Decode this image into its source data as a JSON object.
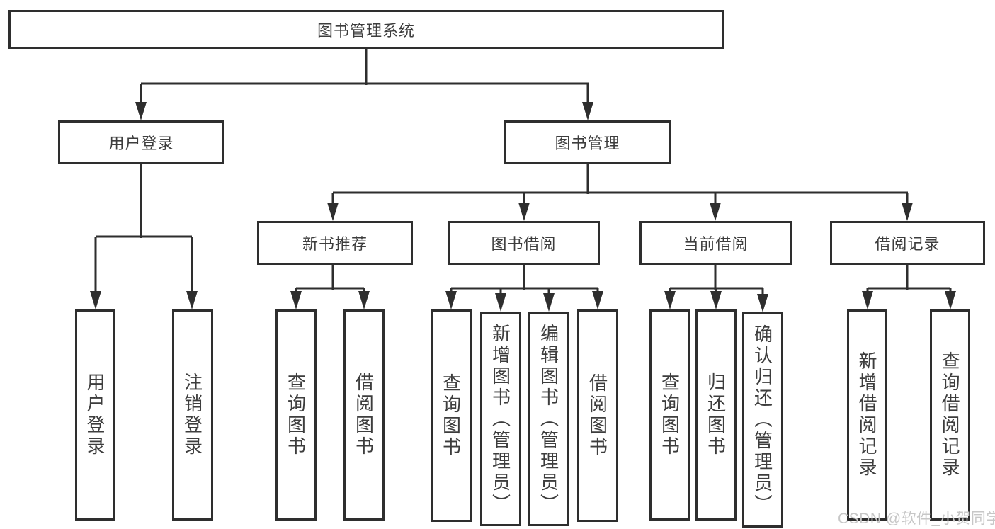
{
  "tree": {
    "label": "图书管理系统",
    "children": [
      {
        "label": "用户登录",
        "children": [
          {
            "label": "用户登录"
          },
          {
            "label": "注销登录"
          }
        ]
      },
      {
        "label": "图书管理",
        "children": [
          {
            "label": "新书推荐",
            "children": [
              {
                "label": "查询图书"
              },
              {
                "label": "借阅图书"
              }
            ]
          },
          {
            "label": "图书借阅",
            "children": [
              {
                "label": "查询图书"
              },
              {
                "label": "新增图书（管理员）"
              },
              {
                "label": "编辑图书（管理员）"
              },
              {
                "label": "借阅图书"
              }
            ]
          },
          {
            "label": "当前借阅",
            "children": [
              {
                "label": "查询图书"
              },
              {
                "label": "归还图书"
              },
              {
                "label": "确认归还（管理员）"
              }
            ]
          },
          {
            "label": "借阅记录",
            "children": [
              {
                "label": "新增借阅记录"
              },
              {
                "label": "查询借阅记录"
              }
            ]
          }
        ]
      }
    ]
  },
  "watermark": "CSDN @软件_小贺同学",
  "colors": {
    "line": "#2e2e2e",
    "border": "#2e2e2e",
    "text": "#3d3d3d",
    "background": "#ffffff",
    "watermark": "#c7c7c7"
  }
}
